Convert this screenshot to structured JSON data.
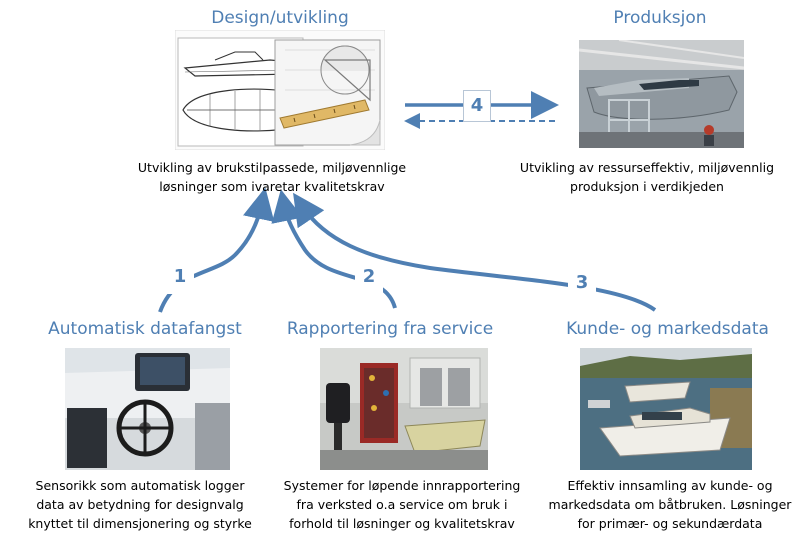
{
  "top": {
    "design": {
      "heading": "Design/utvikling",
      "caption_line1": "Utvikling av brukstilpassede, miljøvennlige",
      "caption_line2": "løsninger som ivaretar kvalitetskrav"
    },
    "production": {
      "heading": "Produksjon",
      "caption_line1": "Utvikling av ressurseffektiv, miljøvennlig",
      "caption_line2": "produksjon i verdikjeden"
    }
  },
  "flows": {
    "n1": "1",
    "n2": "2",
    "n3": "3",
    "n4": "4"
  },
  "bottom": {
    "auto": {
      "heading": "Automatisk datafangst",
      "caption_line1": "Sensorikk som automatisk logger",
      "caption_line2": "data av betydning for designvalg",
      "caption_line3": "knyttet til dimensjonering og styrke"
    },
    "service": {
      "heading": "Rapportering fra service",
      "caption_line1": "Systemer for løpende innrapportering",
      "caption_line2": "fra verksted o.a service om bruk i",
      "caption_line3": "forhold til løsninger og kvalitetskrav"
    },
    "market": {
      "heading": "Kunde- og markedsdata",
      "caption_line1": "Effektiv innsamling av kunde- og",
      "caption_line2": "markedsdata om båtbruken. Løsninger",
      "caption_line3": "for primær- og sekundærdata"
    }
  },
  "colors": {
    "accent": "#4f7fb3"
  }
}
